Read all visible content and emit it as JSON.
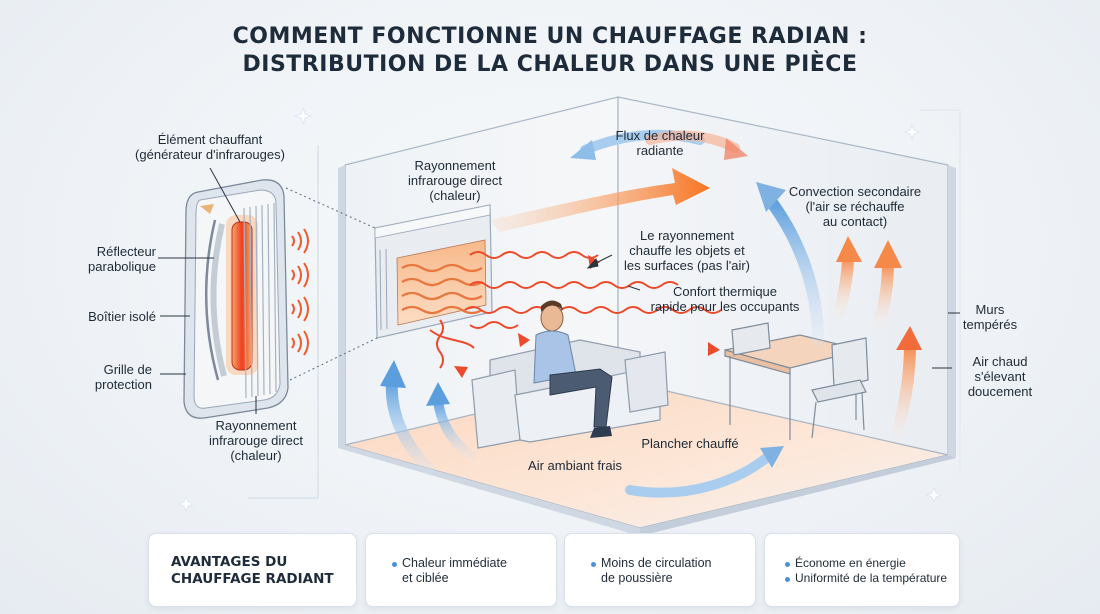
{
  "title": {
    "line1": "COMMENT FONCTIONNE UN CHAUFFAGE RADIAN :",
    "line2": "DISTRIBUTION DE LA CHALEUR DANS UNE PIÈCE"
  },
  "heater_labels": {
    "element": [
      "Élément chauffant",
      "(générateur d'infrarouges)"
    ],
    "reflector": [
      "Réflecteur",
      "parabolique"
    ],
    "casing": [
      "Boîtier isolé"
    ],
    "grille": [
      "Grille de",
      "protection"
    ],
    "radiation": [
      "Rayonnement",
      "infrarouge direct",
      "(chaleur)"
    ]
  },
  "room_labels": {
    "direct_radiation": [
      "Rayonnement",
      "infrarouge direct",
      "(chaleur)"
    ],
    "heat_flow": [
      "Flux de chaleur",
      "radiante"
    ],
    "objects": [
      "Le rayonnement",
      "chauffe les objets et",
      "les surfaces (pas l'air)"
    ],
    "comfort": [
      "Confort thermique",
      "rapide pour les occupants"
    ],
    "convection": [
      "Convection secondaire",
      "(l'air se réchauffe",
      "au contact)"
    ],
    "walls": [
      "Murs",
      "tempérés"
    ],
    "warm_air": [
      "Air chaud",
      "s'élevant",
      "doucement"
    ],
    "floor": [
      "Plancher chauffé"
    ],
    "cool_air": [
      "Air ambiant frais"
    ]
  },
  "advantages": {
    "heading": [
      "AVANTAGES DU",
      "CHAUFFAGE RADIANT"
    ],
    "items": [
      [
        "Chaleur immédiate",
        "et ciblée"
      ],
      [
        "Moins de circulation",
        "de poussière"
      ],
      [
        "Économe en énergie",
        "Uniformité de la température"
      ]
    ]
  },
  "colors": {
    "heat": "#f26b3a",
    "cool": "#5fa3de",
    "accent_blue": "#4a90d9",
    "title": "#1e2b3a"
  }
}
